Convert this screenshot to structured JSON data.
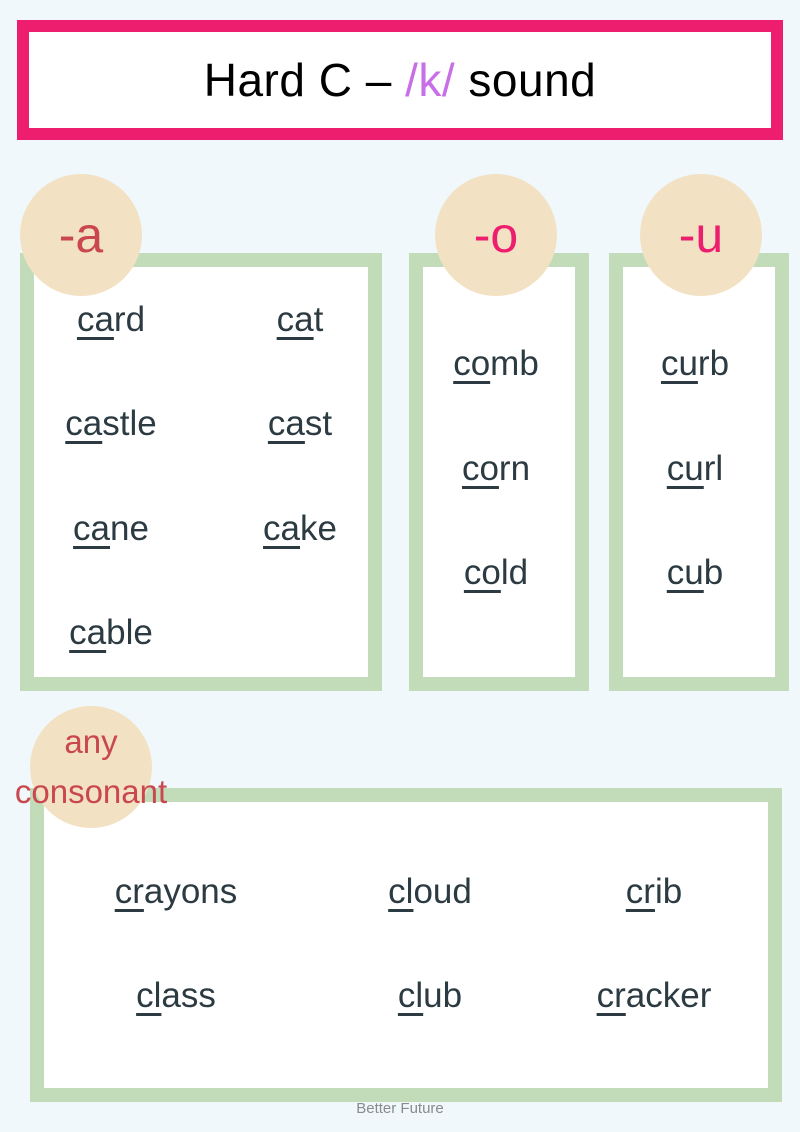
{
  "title": {
    "prefix": "Hard C – ",
    "ipa": "/k/",
    "suffix": " sound",
    "ipa_color": "#c86ee6",
    "border_color": "#ee1e6e"
  },
  "colors": {
    "background": "#f0f8fc",
    "panel_border": "#c2dcb9",
    "badge_fill": "#f3e1c4",
    "badge_text_red": "#c9474e",
    "badge_text_pink": "#ee1e6e",
    "word_text": "#2c3a42"
  },
  "groups": {
    "a": {
      "label": "-a",
      "words": [
        {
          "u": "ca",
          "rest": "rd"
        },
        {
          "u": "ca",
          "rest": "t"
        },
        {
          "u": "ca",
          "rest": "stle"
        },
        {
          "u": "ca",
          "rest": "st"
        },
        {
          "u": "ca",
          "rest": "ne"
        },
        {
          "u": "ca",
          "rest": "ke"
        },
        {
          "u": "ca",
          "rest": "ble"
        }
      ]
    },
    "o": {
      "label": "-o",
      "words": [
        {
          "u": "co",
          "rest": "mb"
        },
        {
          "u": "co",
          "rest": "rn"
        },
        {
          "u": "co",
          "rest": "ld"
        }
      ]
    },
    "u": {
      "label": "-u",
      "words": [
        {
          "u": "cu",
          "rest": "rb"
        },
        {
          "u": "cu",
          "rest": "rl"
        },
        {
          "u": "cu",
          "rest": "b"
        }
      ]
    },
    "consonant": {
      "label_line1": "any",
      "label_line2": "consonant",
      "words": [
        {
          "u": "cr",
          "rest": "ayons"
        },
        {
          "u": "cl",
          "rest": "oud"
        },
        {
          "u": "cr",
          "rest": "ib"
        },
        {
          "u": "cl",
          "rest": "ass"
        },
        {
          "u": "cl",
          "rest": "ub"
        },
        {
          "u": "cr",
          "rest": "acker"
        }
      ]
    }
  },
  "footer": "Better Future"
}
